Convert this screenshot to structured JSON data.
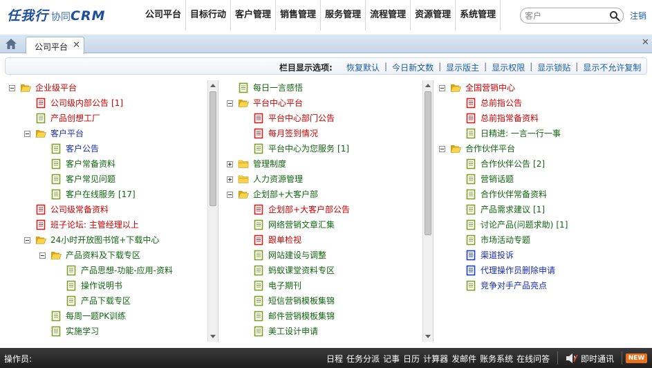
{
  "app": {
    "logo_main": "任我行",
    "logo_sub": "协同",
    "logo_crm": "CRM"
  },
  "nav": [
    "公司平台",
    "目标行动",
    "客户管理",
    "销售管理",
    "服务管理",
    "流程管理",
    "资源管理",
    "系统管理"
  ],
  "search": {
    "placeholder": "客户"
  },
  "logout_label": "注销",
  "tab": {
    "label": "公司平台",
    "close": "✕"
  },
  "tabbar_close": "✕",
  "options": {
    "title": "栏目显示选项:",
    "links": [
      "恢复默认",
      "今日新文数",
      "显示版主",
      "显示权限",
      "显示锁贴",
      "显示不允许复制"
    ],
    "separator": "|"
  },
  "trees": [
    {
      "scroll": {
        "thumb_ratio": 0.48,
        "position": 0.0
      },
      "nodes": [
        {
          "depth": 0,
          "toggle": "minus",
          "icon": "folder-open",
          "color": "red",
          "label": "企业级平台",
          "badge": ""
        },
        {
          "depth": 1,
          "toggle": "",
          "icon": "doc-red",
          "color": "red",
          "label": "公司级内部公告",
          "badge": "[1]"
        },
        {
          "depth": 1,
          "toggle": "",
          "icon": "doc-green",
          "color": "red",
          "label": "产品创想工厂",
          "badge": ""
        },
        {
          "depth": 1,
          "toggle": "minus",
          "icon": "folder-open",
          "color": "blue",
          "label": "客户平台",
          "badge": ""
        },
        {
          "depth": 2,
          "toggle": "",
          "icon": "doc-green",
          "color": "blue",
          "label": "客户公告",
          "badge": ""
        },
        {
          "depth": 2,
          "toggle": "",
          "icon": "doc-green",
          "color": "green",
          "label": "客户常备资料",
          "badge": ""
        },
        {
          "depth": 2,
          "toggle": "",
          "icon": "doc-green",
          "color": "green",
          "label": "客户常见问题",
          "badge": ""
        },
        {
          "depth": 2,
          "toggle": "",
          "icon": "doc-green",
          "color": "green",
          "label": "客户在线服务",
          "badge": "[17]"
        },
        {
          "depth": 1,
          "toggle": "",
          "icon": "doc-red",
          "color": "red",
          "label": "公司级常备资料",
          "badge": ""
        },
        {
          "depth": 1,
          "toggle": "",
          "icon": "doc-red",
          "color": "red",
          "label": "班子论坛: 主管经理以上",
          "badge": ""
        },
        {
          "depth": 1,
          "toggle": "minus",
          "icon": "folder-open",
          "color": "green",
          "label": "24小时开放图书馆+下载中心",
          "badge": ""
        },
        {
          "depth": 2,
          "toggle": "minus",
          "icon": "folder-open",
          "color": "green",
          "label": "产品资料及下载专区",
          "badge": ""
        },
        {
          "depth": 3,
          "toggle": "",
          "icon": "doc-green",
          "color": "green",
          "label": "产品思想-功能-应用-资料",
          "badge": ""
        },
        {
          "depth": 3,
          "toggle": "",
          "icon": "doc-green",
          "color": "green",
          "label": "操作说明书",
          "badge": ""
        },
        {
          "depth": 3,
          "toggle": "",
          "icon": "doc-green",
          "color": "green",
          "label": "产品下载专区",
          "badge": ""
        },
        {
          "depth": 2,
          "toggle": "",
          "icon": "doc-green",
          "color": "green",
          "label": "每周一题PK训练",
          "badge": ""
        },
        {
          "depth": 2,
          "toggle": "",
          "icon": "doc-green",
          "color": "green",
          "label": "实施学习",
          "badge": ""
        }
      ]
    },
    {
      "scroll": {
        "thumb_ratio": 0.6,
        "position": 0.0
      },
      "nodes": [
        {
          "depth": 0,
          "toggle": "",
          "icon": "doc-green",
          "color": "green",
          "label": "每日一言感悟",
          "badge": ""
        },
        {
          "depth": 0,
          "toggle": "minus",
          "icon": "folder-open",
          "color": "red",
          "label": "平台中心平台",
          "badge": ""
        },
        {
          "depth": 1,
          "toggle": "",
          "icon": "doc-red",
          "color": "red",
          "label": "平台中心部门公告",
          "badge": ""
        },
        {
          "depth": 1,
          "toggle": "",
          "icon": "doc-red",
          "color": "red",
          "label": "每月签到情况",
          "badge": ""
        },
        {
          "depth": 1,
          "toggle": "",
          "icon": "doc-green",
          "color": "green",
          "label": "平台中心为您服务",
          "badge": "[1]"
        },
        {
          "depth": 0,
          "toggle": "plus",
          "icon": "folder-closed",
          "color": "green",
          "label": "管理制度",
          "badge": ""
        },
        {
          "depth": 0,
          "toggle": "plus",
          "icon": "folder-closed",
          "color": "green",
          "label": "人力资源管理",
          "badge": ""
        },
        {
          "depth": 0,
          "toggle": "minus",
          "icon": "folder-open",
          "color": "green",
          "label": "企划部+大客户部",
          "badge": ""
        },
        {
          "depth": 1,
          "toggle": "",
          "icon": "doc-red",
          "color": "red",
          "label": "企划部+大客户部公告",
          "badge": ""
        },
        {
          "depth": 1,
          "toggle": "",
          "icon": "doc-green",
          "color": "green",
          "label": "网络营销文章汇集",
          "badge": ""
        },
        {
          "depth": 1,
          "toggle": "",
          "icon": "doc-red",
          "color": "red",
          "label": "跟单检视",
          "badge": ""
        },
        {
          "depth": 1,
          "toggle": "",
          "icon": "doc-green",
          "color": "green",
          "label": "网站建设与调整",
          "badge": ""
        },
        {
          "depth": 1,
          "toggle": "",
          "icon": "doc-green",
          "color": "green",
          "label": "蚂蚁课堂资料专区",
          "badge": ""
        },
        {
          "depth": 1,
          "toggle": "",
          "icon": "doc-green",
          "color": "green",
          "label": "电子期刊",
          "badge": ""
        },
        {
          "depth": 1,
          "toggle": "",
          "icon": "doc-green",
          "color": "green",
          "label": "短信营销模板集锦",
          "badge": ""
        },
        {
          "depth": 1,
          "toggle": "",
          "icon": "doc-green",
          "color": "green",
          "label": "邮件营销模板集锦",
          "badge": ""
        },
        {
          "depth": 1,
          "toggle": "",
          "icon": "doc-green",
          "color": "green",
          "label": "美工设计申请",
          "badge": ""
        }
      ]
    },
    {
      "scroll": null,
      "nodes": [
        {
          "depth": 0,
          "toggle": "minus",
          "icon": "folder-open",
          "color": "red",
          "label": "全国营销中心",
          "badge": ""
        },
        {
          "depth": 1,
          "toggle": "",
          "icon": "doc-red",
          "color": "red",
          "label": "总前指公告",
          "badge": ""
        },
        {
          "depth": 1,
          "toggle": "",
          "icon": "doc-red",
          "color": "red",
          "label": "总前指常备资料",
          "badge": ""
        },
        {
          "depth": 1,
          "toggle": "",
          "icon": "doc-green",
          "color": "green",
          "label": "日精进: 一言一行一事",
          "badge": ""
        },
        {
          "depth": 0,
          "toggle": "minus",
          "icon": "folder-open",
          "color": "green",
          "label": "合作伙伴平台",
          "badge": ""
        },
        {
          "depth": 1,
          "toggle": "",
          "icon": "doc-green",
          "color": "green",
          "label": "合作伙伴公告",
          "badge": "[2]"
        },
        {
          "depth": 1,
          "toggle": "",
          "icon": "doc-green",
          "color": "green",
          "label": "营销话题",
          "badge": ""
        },
        {
          "depth": 1,
          "toggle": "",
          "icon": "doc-green",
          "color": "green",
          "label": "合作伙伴常备资料",
          "badge": ""
        },
        {
          "depth": 1,
          "toggle": "",
          "icon": "doc-green",
          "color": "green",
          "label": "产品需求建议",
          "badge": "[1]"
        },
        {
          "depth": 1,
          "toggle": "",
          "icon": "doc-green",
          "color": "green",
          "label": "讨论产品(问题求助)",
          "badge": "[1]"
        },
        {
          "depth": 1,
          "toggle": "",
          "icon": "doc-green",
          "color": "green",
          "label": "市场活动专题",
          "badge": ""
        },
        {
          "depth": 1,
          "toggle": "",
          "icon": "doc-blue",
          "color": "blue",
          "label": "渠道投诉",
          "badge": ""
        },
        {
          "depth": 1,
          "toggle": "",
          "icon": "doc-blue",
          "color": "blue",
          "label": "代理操作员删除申请",
          "badge": ""
        },
        {
          "depth": 1,
          "toggle": "",
          "icon": "doc-green",
          "color": "blue",
          "label": "竞争对手产品亮点",
          "badge": ""
        }
      ]
    }
  ],
  "status": {
    "operator_label": "操作员:",
    "quick_links": [
      "日程",
      "任务分派",
      "记事",
      "日历",
      "计算器",
      "发邮件",
      "账务系统",
      "在线问答"
    ],
    "im_label": "即时通讯",
    "new_badge": "NEW"
  },
  "colors": {
    "red": "#cc0000",
    "green": "#116611",
    "blue": "#1a2eb0",
    "link": "#1d5fa8",
    "statusbar": "#2a2a2a",
    "new_badge": "#e8721c"
  }
}
